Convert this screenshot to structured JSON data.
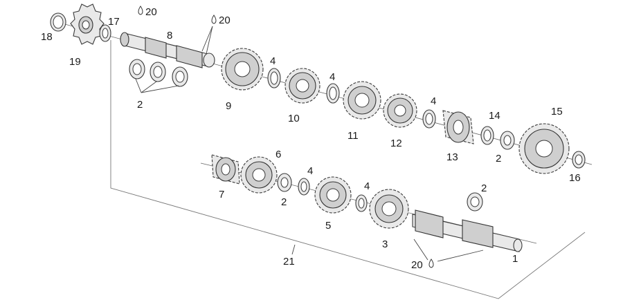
{
  "callouts": {
    "p1": "1",
    "p2a": "2",
    "p2b": "2",
    "p2c": "2",
    "p2d": "2",
    "p3": "3",
    "p4a": "4",
    "p4b": "4",
    "p4c": "4",
    "p4d": "4",
    "p4e": "4",
    "p5": "5",
    "p6": "6",
    "p7": "7",
    "p8": "8",
    "p9": "9",
    "p10": "10",
    "p11": "11",
    "p12": "12",
    "p13": "13",
    "p14": "14",
    "p15": "15",
    "p16": "16",
    "p17": "17",
    "p18": "18",
    "p19": "19",
    "p20a": "20",
    "p20b": "20",
    "p20c": "20",
    "p21": "21"
  }
}
